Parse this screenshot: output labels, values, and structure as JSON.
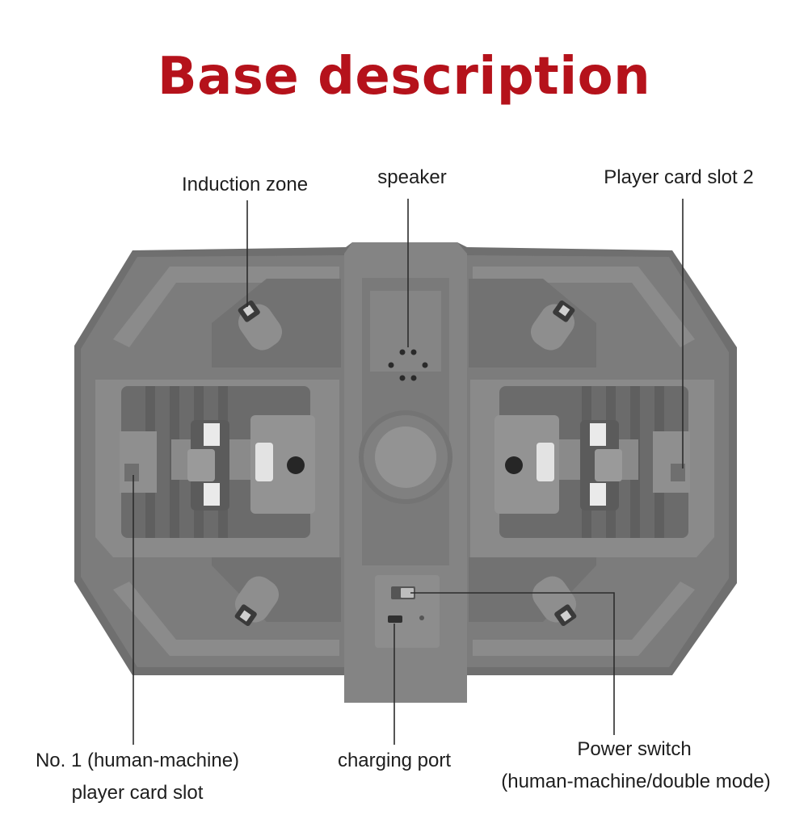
{
  "title": "Base description",
  "colors": {
    "title": "#b5121b",
    "base_body": "#7b7b7b",
    "base_dark": "#5a5a5a",
    "base_light": "#9a9a9a",
    "slot_metal": "#ececec",
    "leader_line": "#2c2c2c"
  },
  "labels": {
    "induction_zone": "Induction zone",
    "speaker": "speaker",
    "player_card_slot_2": "Player card slot 2",
    "player_card_slot_1_line1": "No. 1 (human-machine)",
    "player_card_slot_1_line2": "player card slot",
    "charging_port": "charging port",
    "power_switch_line1": "Power switch",
    "power_switch_line2": "(human-machine/double mode)"
  }
}
